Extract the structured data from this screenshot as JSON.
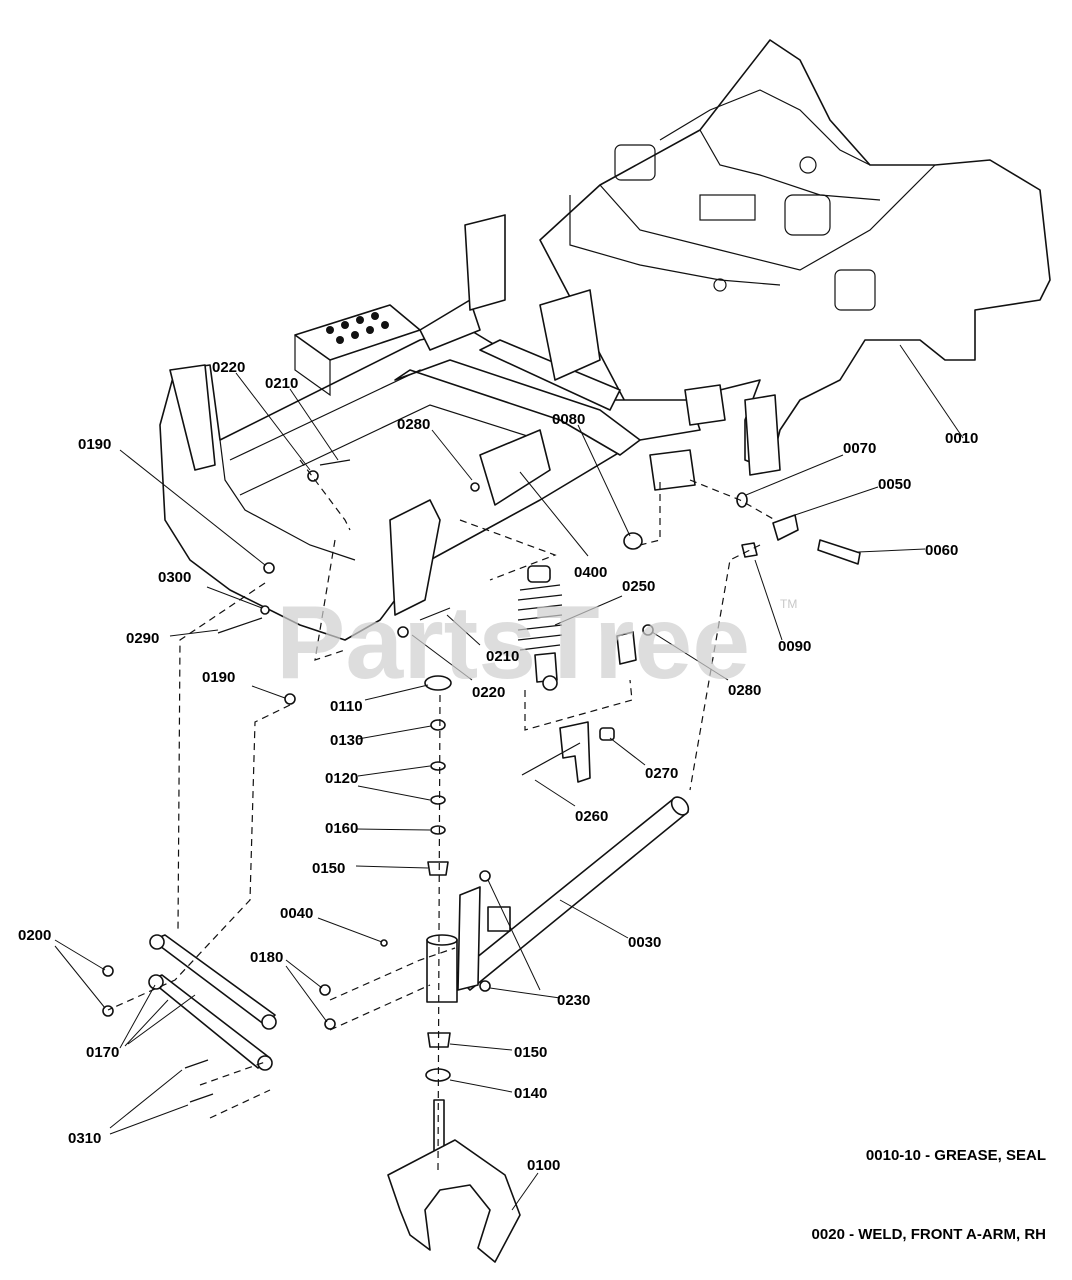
{
  "watermark": {
    "text": "PartsTree",
    "mark": "TM"
  },
  "callouts": [
    {
      "id": "c0010",
      "text": "0010"
    },
    {
      "id": "c0190a",
      "text": "0190"
    },
    {
      "id": "c0220a",
      "text": "0220"
    },
    {
      "id": "c0210a",
      "text": "0210"
    },
    {
      "id": "c0280a",
      "text": "0280"
    },
    {
      "id": "c0080",
      "text": "0080"
    },
    {
      "id": "c0070",
      "text": "0070"
    },
    {
      "id": "c0050",
      "text": "0050"
    },
    {
      "id": "c0060",
      "text": "0060"
    },
    {
      "id": "c0300",
      "text": "0300"
    },
    {
      "id": "c0290",
      "text": "0290"
    },
    {
      "id": "c0190b",
      "text": "0190"
    },
    {
      "id": "c0400",
      "text": "0400"
    },
    {
      "id": "c0250",
      "text": "0250"
    },
    {
      "id": "c0090",
      "text": "0090"
    },
    {
      "id": "c0210b",
      "text": "0210"
    },
    {
      "id": "c0220b",
      "text": "0220"
    },
    {
      "id": "c0280b",
      "text": "0280"
    },
    {
      "id": "c0110",
      "text": "0110"
    },
    {
      "id": "c0130",
      "text": "0130"
    },
    {
      "id": "c0120",
      "text": "0120"
    },
    {
      "id": "c0270",
      "text": "0270"
    },
    {
      "id": "c0260",
      "text": "0260"
    },
    {
      "id": "c0160",
      "text": "0160"
    },
    {
      "id": "c0150a",
      "text": "0150"
    },
    {
      "id": "c0040",
      "text": "0040"
    },
    {
      "id": "c0030",
      "text": "0030"
    },
    {
      "id": "c0200",
      "text": "0200"
    },
    {
      "id": "c0180",
      "text": "0180"
    },
    {
      "id": "c0230",
      "text": "0230"
    },
    {
      "id": "c0170",
      "text": "0170"
    },
    {
      "id": "c0150b",
      "text": "0150"
    },
    {
      "id": "c0140",
      "text": "0140"
    },
    {
      "id": "c0310",
      "text": "0310"
    },
    {
      "id": "c0100",
      "text": "0100"
    }
  ],
  "notes": {
    "grease": "0010-10 - GREASE, SEAL",
    "weld": "0020 - WELD, FRONT A-ARM, RH"
  }
}
